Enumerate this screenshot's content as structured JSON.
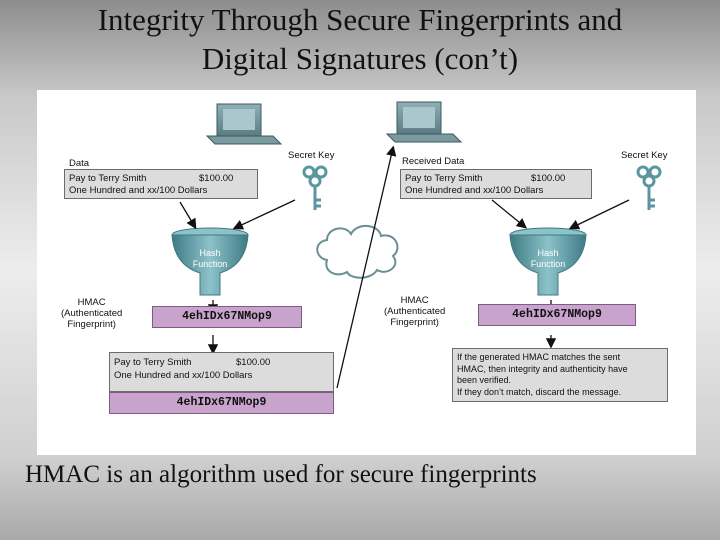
{
  "title_line1": "Integrity Through Secure Fingerprints and",
  "title_line2": "Digital Signatures (con’t)",
  "caption": "HMAC is an algorithm used for secure fingerprints",
  "diagram": {
    "sender": {
      "data_label": "Data",
      "secret_key_label": "Secret Key",
      "data_line1_left": "Pay to Terry Smith",
      "data_line1_right": "$100.00",
      "data_line2": "One Hundred and xx/100    Dollars",
      "hash_function_line1": "Hash",
      "hash_function_line2": "Function",
      "hmac_label_line1": "HMAC",
      "hmac_label_line2": "(Authenticated",
      "hmac_label_line3": "Fingerprint)",
      "hmac_value": "4ehIDx67NMop9",
      "packet_line1_left": "Pay to Terry Smith",
      "packet_line1_right": "$100.00",
      "packet_line2": "One Hundred and xx/100    Dollars",
      "packet_hmac": "4ehIDx67NMop9"
    },
    "receiver": {
      "data_label": "Received Data",
      "secret_key_label": "Secret Key",
      "data_line1_left": "Pay to Terry Smith",
      "data_line1_right": "$100.00",
      "data_line2": "One Hundred and xx/100    Dollars",
      "hash_function_line1": "Hash",
      "hash_function_line2": "Function",
      "hmac_label_line1": "HMAC",
      "hmac_label_line2": "(Authenticated",
      "hmac_label_line3": "Fingerprint)",
      "hmac_value": "4ehIDx67NMop9",
      "result_line1": "If the generated HMAC matches the sent",
      "result_line2": "HMAC, then integrity and authenticity have",
      "result_line3": "been verified.",
      "result_line4": "If they don’t match, discard the message."
    },
    "colors": {
      "funnel": "#5f9aa3",
      "hash_box": "#c8a4cc",
      "data_box": "#dcdcdc",
      "key": "#6aa4ad"
    },
    "icons": [
      "computer-icon",
      "key-icon",
      "funnel-icon",
      "cloud-icon",
      "arrow-icon"
    ]
  }
}
